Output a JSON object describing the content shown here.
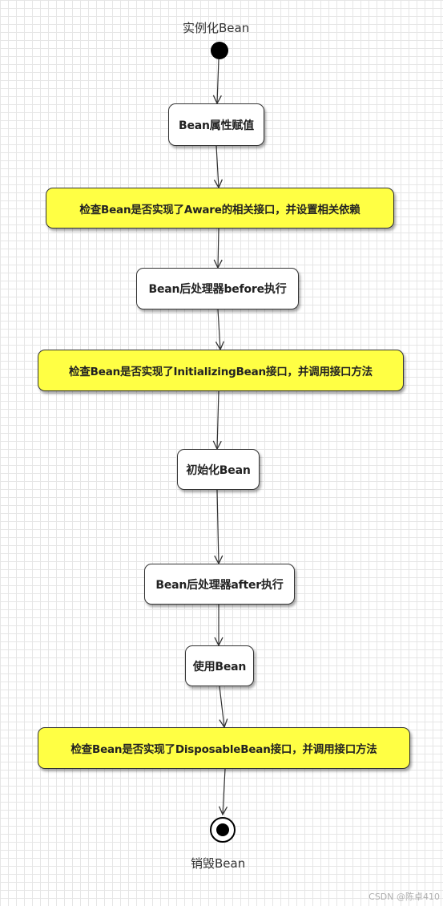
{
  "diagram": {
    "start_label": "实例化Bean",
    "end_label": "销毁Bean",
    "nodes": [
      {
        "text": "Bean属性赋值",
        "style": "white"
      },
      {
        "text": "检查Bean是否实现了Aware的相关接口，并设置相关依赖",
        "style": "yellow"
      },
      {
        "text": "Bean后处理器before执行",
        "style": "white"
      },
      {
        "text": "检查Bean是否实现了InitializingBean接口，并调用接口方法",
        "style": "yellow"
      },
      {
        "text": "初始化Bean",
        "style": "white"
      },
      {
        "text": "Bean后处理器after执行",
        "style": "white"
      },
      {
        "text": "使用Bean",
        "style": "white"
      },
      {
        "text": "检查Bean是否实现了DisposableBean接口，并调用接口方法",
        "style": "yellow"
      }
    ],
    "colors": {
      "highlight_fill": "#ffff44",
      "normal_fill": "#ffffff",
      "stroke": "#333333"
    }
  },
  "watermark": "CSDN @陈卓410"
}
